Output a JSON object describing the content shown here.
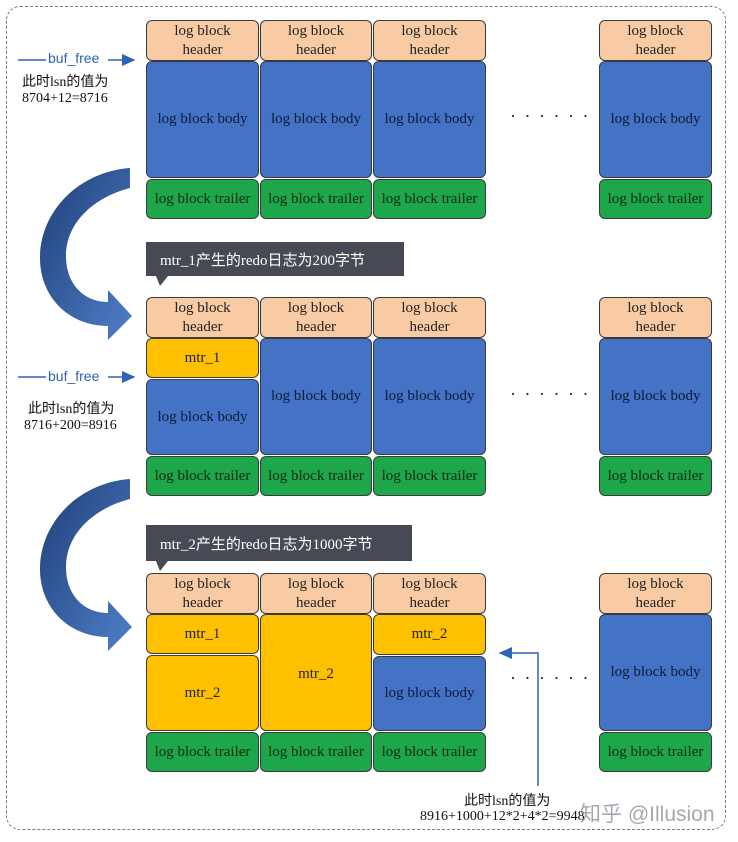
{
  "labels": {
    "header": "log block\nheader",
    "body": "log block body",
    "trailer": "log block trailer",
    "mtr1": "mtr_1",
    "mtr2": "mtr_2",
    "ellipsis": "· · · · · ·",
    "buf_free": "buf_free"
  },
  "rows": [
    {
      "lsn_caption": "此时lsn的值为",
      "lsn_value": "8704+12=8716"
    },
    {
      "callout": "mtr_1产生的redo日志为200字节",
      "lsn_caption": "此时lsn的值为",
      "lsn_value": "8716+200=8916"
    },
    {
      "callout": "mtr_2产生的redo日志为1000字节",
      "lsn_caption": "此时lsn的值为",
      "lsn_value": "8916+1000+12*2+4*2=9948"
    }
  ],
  "watermark": "知乎 @Illusion",
  "colors": {
    "header": "#f8cba4",
    "body": "#4472c4",
    "trailer": "#1ea64a",
    "mtr": "#ffc000",
    "callout": "#464a54",
    "arrow": "#2e5a9e",
    "pointer": "#2e63b8"
  }
}
